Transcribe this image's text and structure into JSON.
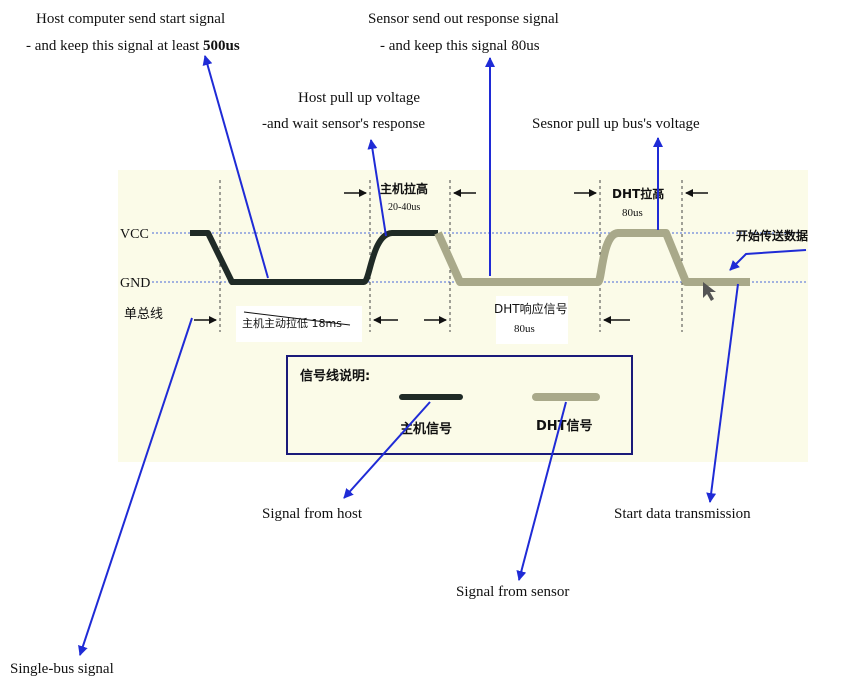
{
  "annotations": {
    "host_start_line1": "Host computer send start signal",
    "host_start_line2_prefix": "- and keep this signal at least ",
    "host_start_line2_bold": "500us",
    "sensor_response_line1": "Sensor send out response signal",
    "sensor_response_line2": "- and keep this signal 80us",
    "host_pullup_line1": "Host pull up voltage",
    "host_pullup_line2": "-and wait sensor's response",
    "sensor_pullup": "Sesnor pull up bus's voltage",
    "signal_from_host": "Signal from host",
    "signal_from_sensor": "Signal from sensor",
    "start_data": "Start data transmission",
    "single_bus": "Single-bus signal"
  },
  "diagram": {
    "vcc": "VCC",
    "gnd": "GND",
    "bus": "单总线",
    "host_low": "主机主动拉低 18ms",
    "host_high": "主机拉高",
    "host_high_time": "20-40us",
    "dht_response": "DHT响应信号",
    "dht_response_time": "80us",
    "dht_high": "DHT拉高",
    "dht_high_time": "80us",
    "start_tx": "开始传送数据"
  },
  "legend": {
    "title": "信号线说明:",
    "host_signal": "主机信号",
    "dht_signal": "DHT信号"
  },
  "colors": {
    "panel_bg": "#fbfbe8",
    "host_line": "#1f2a26",
    "dht_line": "#a9a98a",
    "arrow_blue": "#1f2bd6",
    "legend_border": "#1a1a7a"
  }
}
